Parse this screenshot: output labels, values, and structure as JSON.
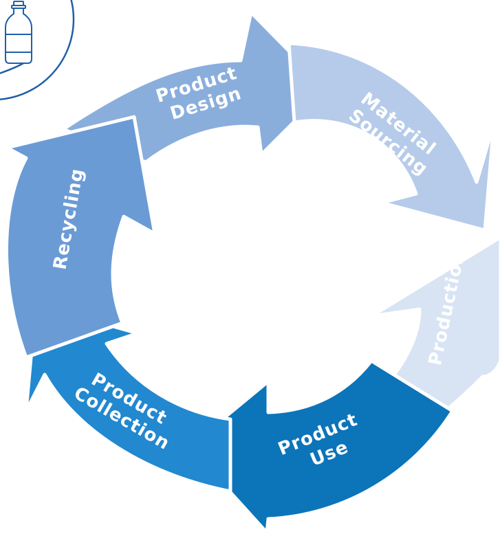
{
  "diagram": {
    "icon": "bottle-icon",
    "stages": [
      {
        "lines": [
          "Product",
          "Design"
        ],
        "color": "#8aaedc"
      },
      {
        "lines": [
          "Material",
          "Sourcing"
        ],
        "color": "#b5cbe9"
      },
      {
        "lines": [
          "Production"
        ],
        "color": "#d8e4f4"
      },
      {
        "lines": [
          "Product",
          "Use"
        ],
        "color": "#0c74b9"
      },
      {
        "lines": [
          "Product",
          "Collection"
        ],
        "color": "#2288cf"
      },
      {
        "lines": [
          "Recycling"
        ],
        "color": "#6a9bd5"
      }
    ]
  }
}
